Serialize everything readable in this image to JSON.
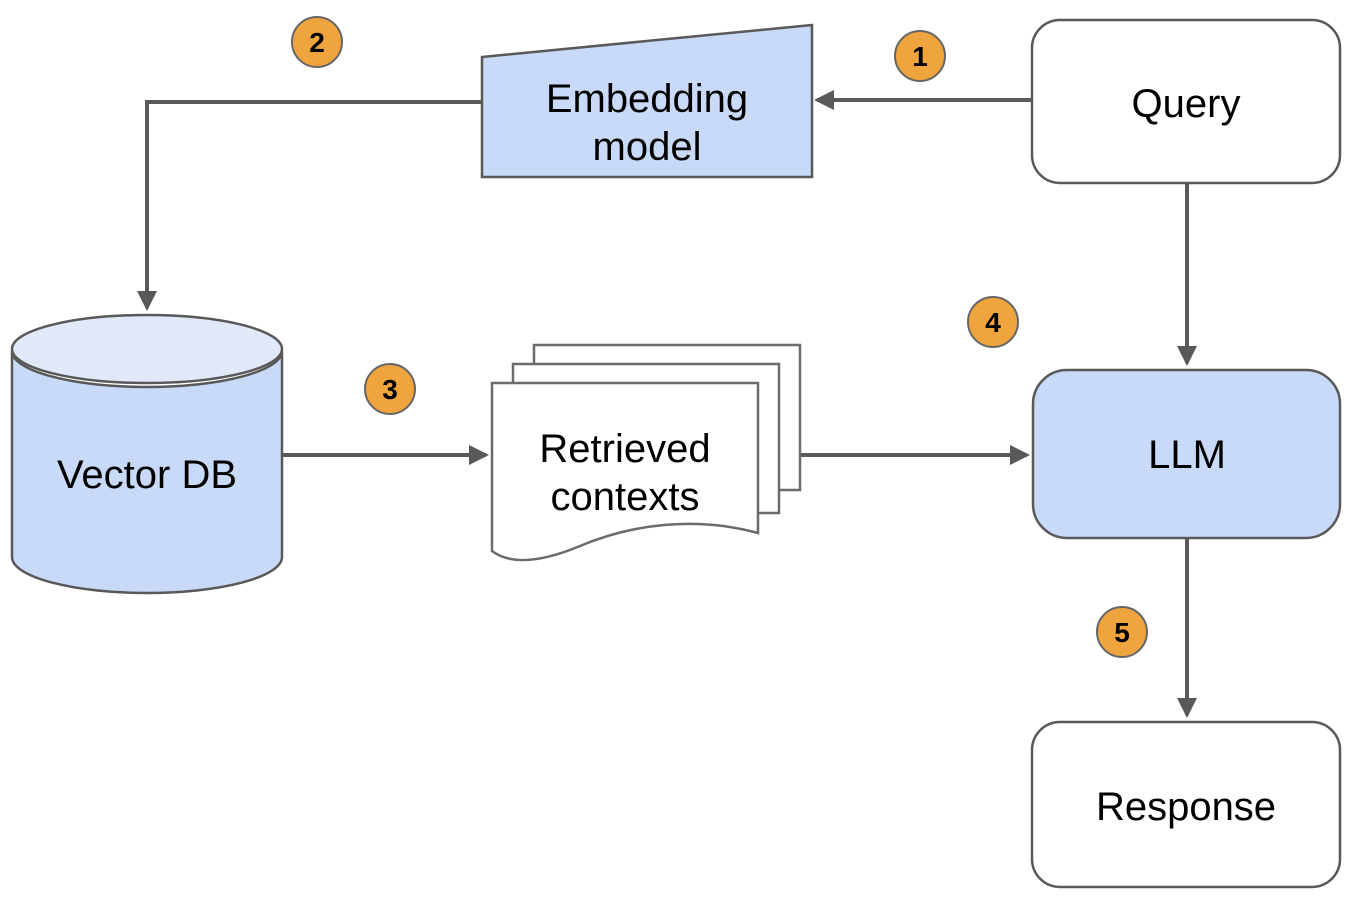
{
  "nodes": {
    "query": {
      "label": "Query"
    },
    "embedding_model": {
      "label": "Embedding model",
      "line1": "Embedding",
      "line2": "model"
    },
    "vector_db": {
      "label": "Vector DB"
    },
    "retrieved_contexts": {
      "label": "Retrieved contexts",
      "line1": "Retrieved",
      "line2": "contexts"
    },
    "llm": {
      "label": "LLM"
    },
    "response": {
      "label": "Response"
    }
  },
  "edges": [
    {
      "from": "query",
      "to": "embedding_model",
      "step": "1"
    },
    {
      "from": "embedding_model",
      "to": "vector_db",
      "step": "2"
    },
    {
      "from": "vector_db",
      "to": "retrieved_contexts",
      "step": "3"
    },
    {
      "from": "retrieved_contexts",
      "to": "llm",
      "step": "4"
    },
    {
      "from": "query",
      "to": "llm",
      "step": ""
    },
    {
      "from": "llm",
      "to": "response",
      "step": "5"
    }
  ],
  "colors": {
    "shape_fill_blue": "#c9daf8",
    "cylinder_top_fill": "#e1e8f8",
    "shape_fill_white": "#ffffff",
    "badge_fill": "#f0a43e",
    "stroke_gray": "#595959",
    "arrow_gray": "#595959",
    "text_black": "#000000"
  }
}
